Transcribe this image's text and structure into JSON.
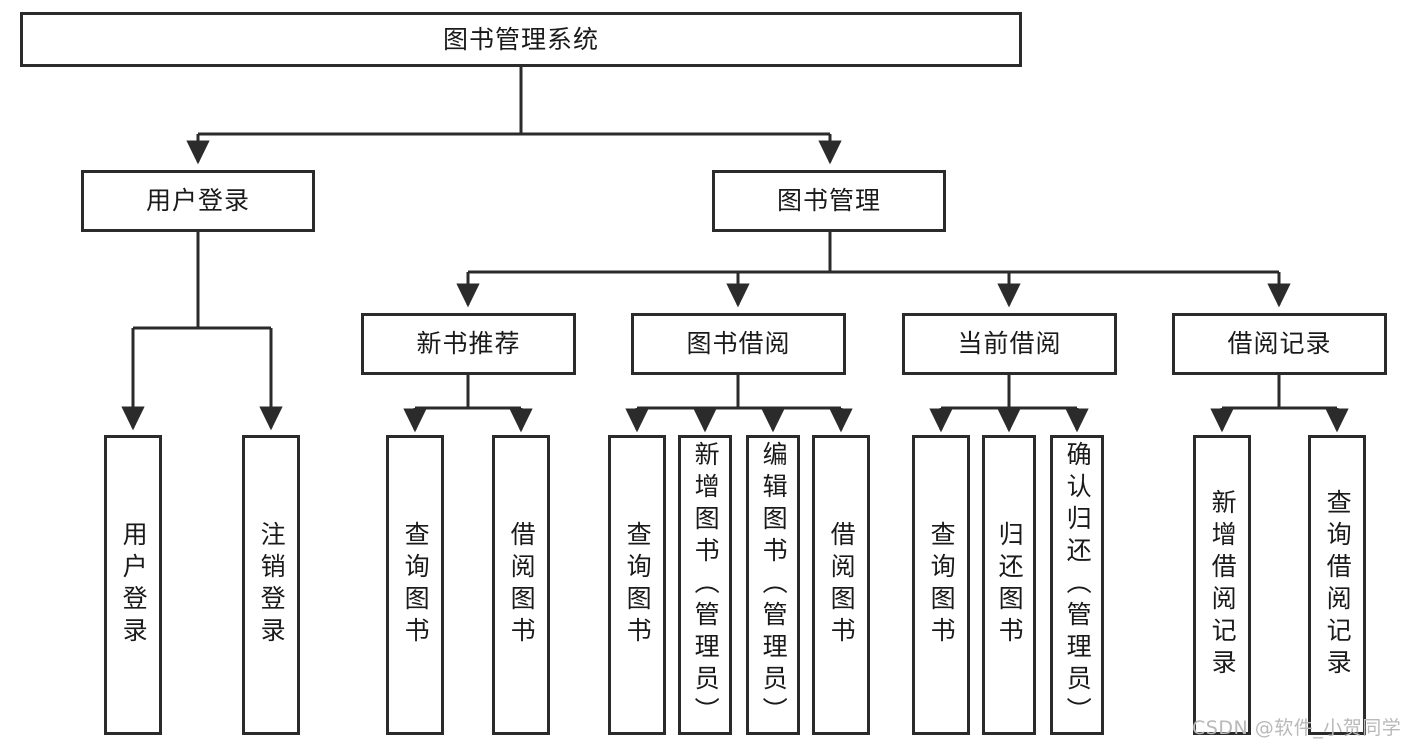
{
  "diagram": {
    "type": "tree-hierarchy",
    "title": "图书管理系统",
    "root": {
      "id": "root",
      "label": "图书管理系统",
      "orientation": "horizontal"
    },
    "level2": [
      {
        "id": "user-login",
        "label": "用户登录",
        "orientation": "horizontal"
      },
      {
        "id": "book-manage",
        "label": "图书管理",
        "orientation": "horizontal"
      }
    ],
    "level3": [
      {
        "id": "new-book-recommend",
        "label": "新书推荐",
        "orientation": "horizontal",
        "parent": "book-manage"
      },
      {
        "id": "book-borrow",
        "label": "图书借阅",
        "orientation": "horizontal",
        "parent": "book-manage"
      },
      {
        "id": "current-borrow",
        "label": "当前借阅",
        "orientation": "horizontal",
        "parent": "book-manage"
      },
      {
        "id": "borrow-record",
        "label": "借阅记录",
        "orientation": "horizontal",
        "parent": "book-manage"
      }
    ],
    "leaves": [
      {
        "id": "leaf-user-login",
        "label": "用户登录",
        "parent": "user-login",
        "orientation": "vertical"
      },
      {
        "id": "leaf-user-logout",
        "label": "注销登录",
        "parent": "user-login",
        "orientation": "vertical"
      },
      {
        "id": "leaf-query-book-1",
        "label": "查询图书",
        "parent": "new-book-recommend",
        "orientation": "vertical"
      },
      {
        "id": "leaf-borrow-book-1",
        "label": "借阅图书",
        "parent": "new-book-recommend",
        "orientation": "vertical"
      },
      {
        "id": "leaf-query-book-2",
        "label": "查询图书",
        "parent": "book-borrow",
        "orientation": "vertical"
      },
      {
        "id": "leaf-add-book",
        "label": "新增图书（管理员）",
        "parent": "book-borrow",
        "orientation": "vertical"
      },
      {
        "id": "leaf-edit-book",
        "label": "编辑图书（管理员）",
        "parent": "book-borrow",
        "orientation": "vertical"
      },
      {
        "id": "leaf-borrow-book-2",
        "label": "借阅图书",
        "parent": "book-borrow",
        "orientation": "vertical"
      },
      {
        "id": "leaf-query-book-3",
        "label": "查询图书",
        "parent": "current-borrow",
        "orientation": "vertical"
      },
      {
        "id": "leaf-return-book",
        "label": "归还图书",
        "parent": "current-borrow",
        "orientation": "vertical"
      },
      {
        "id": "leaf-confirm-return",
        "label": "确认归还（管理员）",
        "parent": "current-borrow",
        "orientation": "vertical"
      },
      {
        "id": "leaf-add-record",
        "label": "新增借阅记录",
        "parent": "borrow-record",
        "orientation": "vertical"
      },
      {
        "id": "leaf-query-record",
        "label": "查询借阅记录",
        "parent": "borrow-record",
        "orientation": "vertical"
      }
    ]
  },
  "watermark": {
    "text": "CSDN @软件_小贺同学"
  },
  "colors": {
    "stroke": "#2b2b2b",
    "fill": "#ffffff",
    "text": "#1a1a1a",
    "watermark": "#b9b9b9"
  }
}
